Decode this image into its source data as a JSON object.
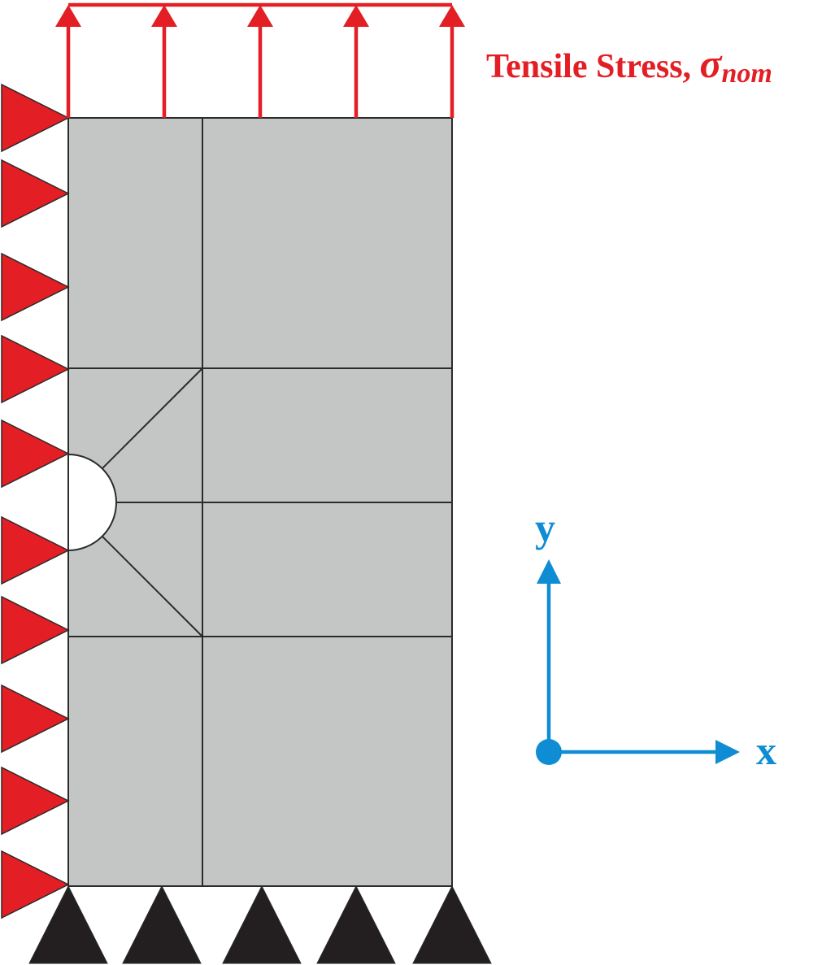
{
  "load": {
    "label": "Tensile Stress, ",
    "symbol": "σ",
    "subscript": "nom",
    "arrow_count": 5
  },
  "axes": {
    "x_label": "x",
    "y_label": "y"
  },
  "supports": {
    "left_roller_count": 10,
    "bottom_roller_count": 5
  },
  "colors": {
    "load": "#e31e24",
    "left_support": "#e31e24",
    "bottom_support": "#231f20",
    "axes": "#0f8dd4",
    "plate": "#c4c6c5",
    "outline": "#2b2b2b"
  }
}
